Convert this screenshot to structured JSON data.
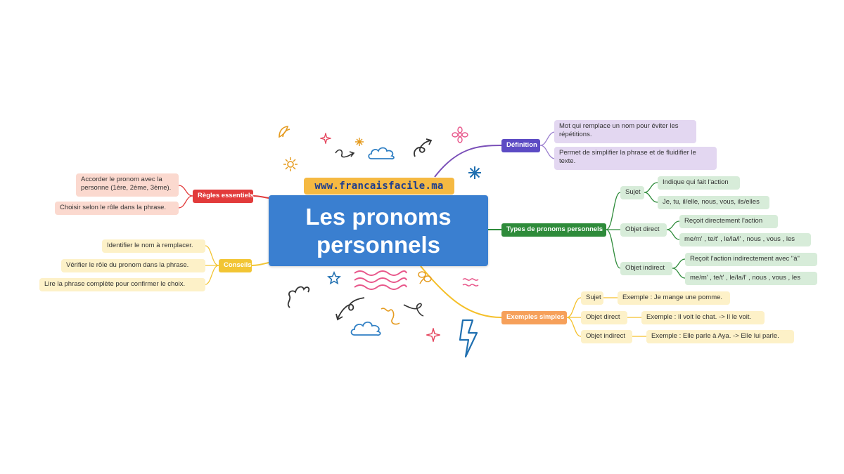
{
  "website": "www.francaisfacile.ma",
  "title_line1": "Les pronoms",
  "title_line2": "personnels",
  "colors": {
    "center": "#3a7fd0",
    "website_bg": "#f5b942",
    "website_text": "#1c3c8f",
    "definition": "#5c4bc4",
    "types": "#2e8b3a",
    "exemples": "#f6a05a",
    "regles": "#e23b3b",
    "conseils": "#f2c534"
  },
  "definition": {
    "label": "Définition",
    "items": [
      "Mot qui remplace un nom pour éviter les répétitions.",
      "Permet de simplifier la phrase et de fluidifier le texte."
    ]
  },
  "types": {
    "label": "Types de pronoms personnels",
    "sujet": {
      "label": "Sujet",
      "desc": "Indique qui fait l'action",
      "forms": "Je, tu, il/elle, nous, vous, ils/elles"
    },
    "objet_direct": {
      "label": "Objet direct",
      "desc": "Reçoit directement l'action",
      "forms": "me/m' , te/t' , le/la/l' , nous , vous , les"
    },
    "objet_indirect": {
      "label": "Objet indirect",
      "desc": "Reçoit l'action indirectement avec \"à\"",
      "forms": "me/m' , te/t' , le/la/l' , nous , vous , les"
    }
  },
  "exemples": {
    "label": "Exemples simples",
    "sujet": {
      "label": "Sujet",
      "example": "Exemple : Je mange une pomme."
    },
    "objet_direct": {
      "label": "Objet direct",
      "example": "Exemple : Il voit le chat. -> Il le voit."
    },
    "objet_indirect": {
      "label": "Objet indirect",
      "example": "Exemple : Elle parle à Aya. -> Elle lui parle."
    }
  },
  "regles": {
    "label": "Règles essentiels",
    "items": [
      "Accorder le pronom avec la personne (1ère, 2ème, 3ème).",
      "Choisir selon le rôle dans la phrase."
    ]
  },
  "conseils": {
    "label": "Conseils",
    "items": [
      "Identifier le nom à remplacer.",
      "Vérifier le rôle du pronom dans la phrase.",
      "Lire la phrase complète pour confirmer le choix."
    ]
  },
  "decorations": [
    "leaf-icon",
    "sparkle-icon",
    "curly-arrow-icon",
    "cloud-icon",
    "swirl-arrow-icon",
    "flower-icon",
    "asterisk-icon",
    "sun-icon",
    "star-icon",
    "wave-lines-icon",
    "squiggle-icon",
    "lightning-icon"
  ]
}
